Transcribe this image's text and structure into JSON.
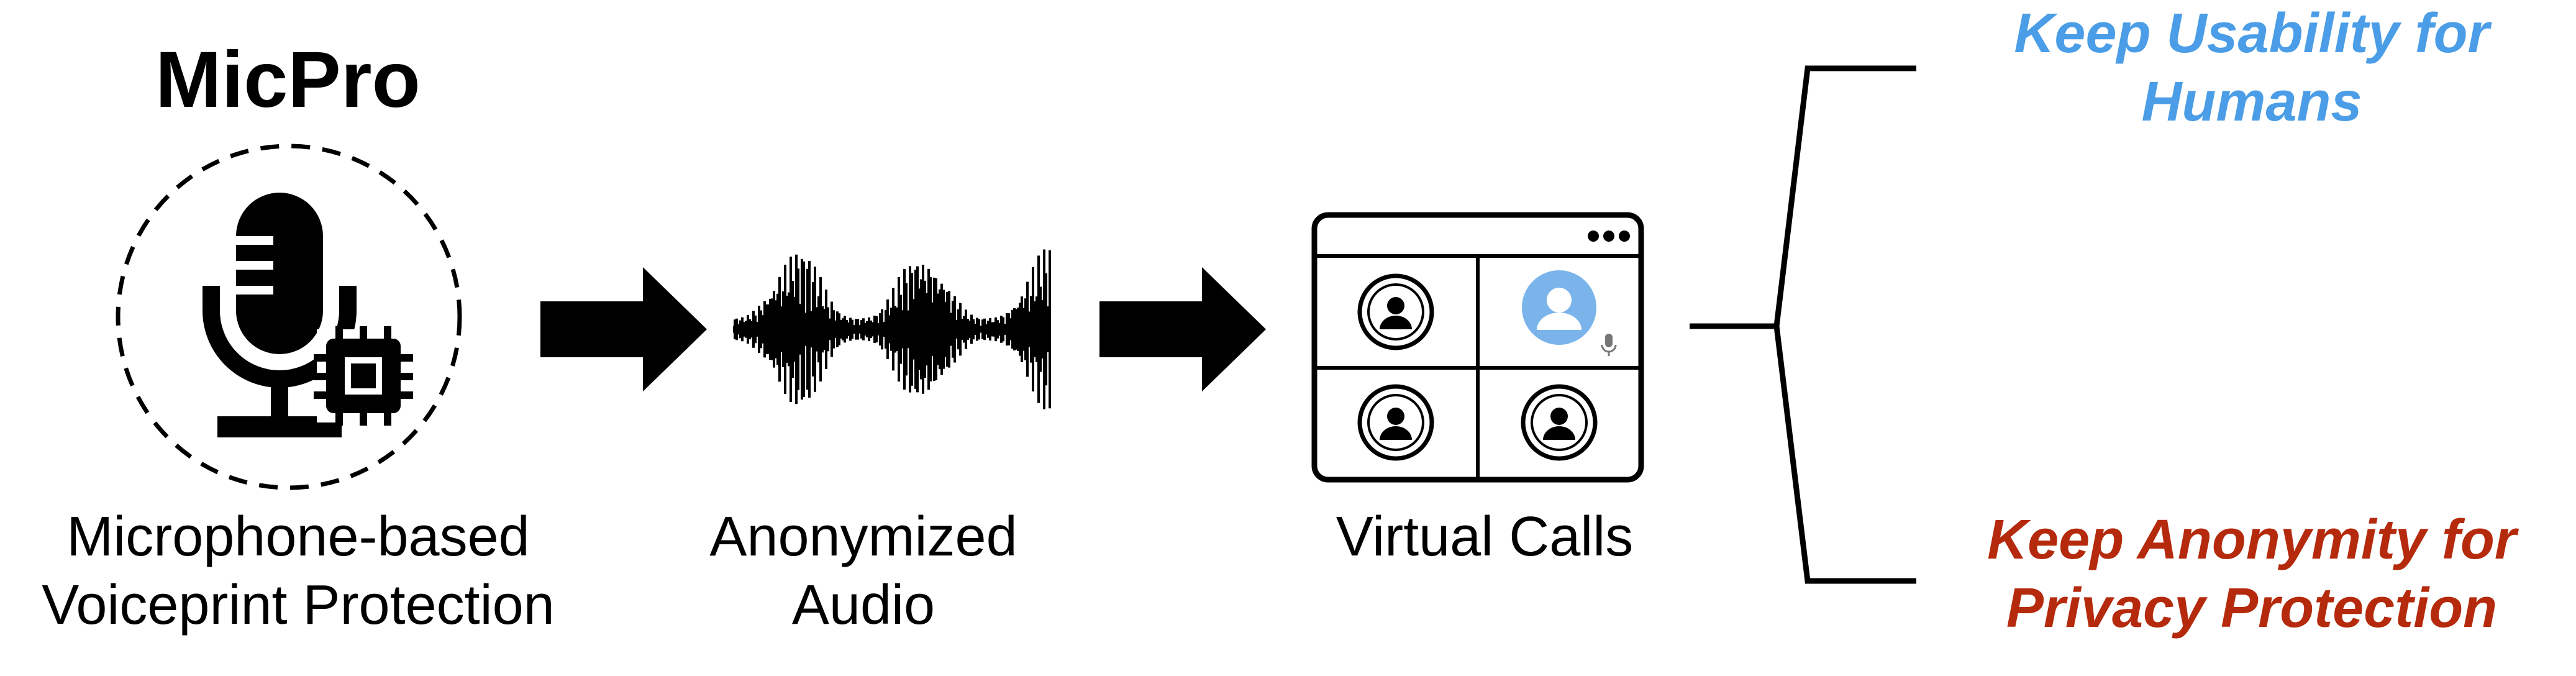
{
  "title": "MicPro",
  "stages": [
    {
      "line1": "Microphone-based",
      "line2": "Voiceprint Protection"
    },
    {
      "line1": "Anonymized",
      "line2": "Audio"
    },
    {
      "line1": "Virtual Calls"
    }
  ],
  "outcomes": [
    {
      "line1": "Keep Usability for",
      "line2": "Humans",
      "color": "#4a9de6"
    },
    {
      "line1": "Keep Anonymity for",
      "line2": "Privacy Protection",
      "color": "#b52a0c"
    }
  ],
  "icons": [
    "microphone-icon",
    "chip-icon",
    "arrow-icon",
    "waveform-icon",
    "video-call-window-icon",
    "user-avatar-icon",
    "mic-indicator-icon",
    "bracket-connector"
  ]
}
